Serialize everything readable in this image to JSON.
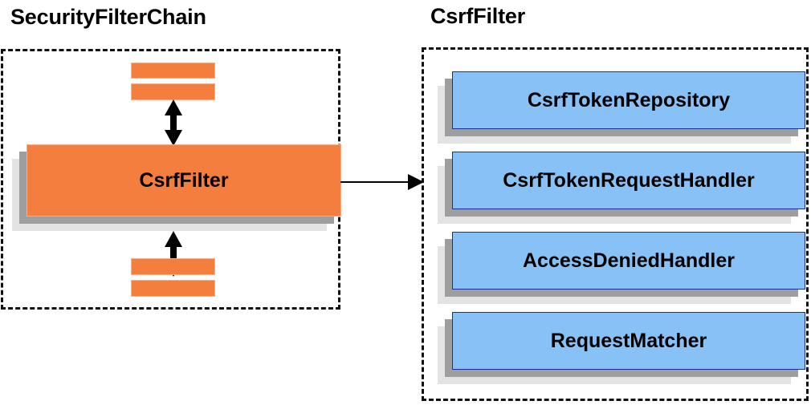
{
  "diagram": {
    "type": "component-collaboration-diagram",
    "background_color": "#ffffff",
    "panels": [
      {
        "id": "security-filter-chain",
        "title": "SecurityFilterChain",
        "border_style": "dashed",
        "border_color": "#111111"
      },
      {
        "id": "csrf-filter",
        "title": "CsrfFilter",
        "border_style": "dashed",
        "border_color": "#111111"
      }
    ]
  },
  "left_panel": {
    "title": "SecurityFilterChain",
    "top_bars": [
      {
        "label": "",
        "color": "#f47e3e"
      },
      {
        "label": "",
        "color": "#f47e3e"
      }
    ],
    "main_box": {
      "label": "CsrfFilter",
      "fill_color": "#f47e3e",
      "border_color": "#f9b089",
      "shadow_dark": "#9e9e9e",
      "shadow_light": "#e3e3e3"
    },
    "bottom_bars": [
      {
        "label": "",
        "color": "#f47e3e"
      },
      {
        "label": "",
        "color": "#f47e3e"
      }
    ],
    "arrows": [
      {
        "name": "top-double-arrow",
        "direction": "double-vertical",
        "color": "#000000"
      },
      {
        "name": "bottom-double-arrow",
        "direction": "double-vertical",
        "color": "#000000"
      }
    ]
  },
  "right_panel": {
    "title": "CsrfFilter",
    "collaborators": [
      {
        "label": "CsrfTokenRepository",
        "fill_color": "#87c1f5",
        "border_color": "#1b2f96"
      },
      {
        "label": "CsrfTokenRequestHandler",
        "fill_color": "#87c1f5",
        "border_color": "#1b2f96"
      },
      {
        "label": "AccessDeniedHandler",
        "fill_color": "#87c1f5",
        "border_color": "#1b2f96"
      },
      {
        "label": "RequestMatcher",
        "fill_color": "#87c1f5",
        "border_color": "#1b2f96"
      }
    ]
  },
  "connector": {
    "name": "expansion-arrow",
    "from": "CsrfFilter",
    "to": "CsrfFilter detail panel",
    "direction": "right",
    "color": "#000000"
  },
  "colors": {
    "orange_fill": "#f47e3e",
    "orange_border": "#f9b089",
    "blue_fill": "#87c1f5",
    "blue_border": "#1b2f96",
    "shadow_dark": "#9e9e9e",
    "shadow_light": "#e3e3e3",
    "outline": "#111111",
    "text": "#000000"
  }
}
